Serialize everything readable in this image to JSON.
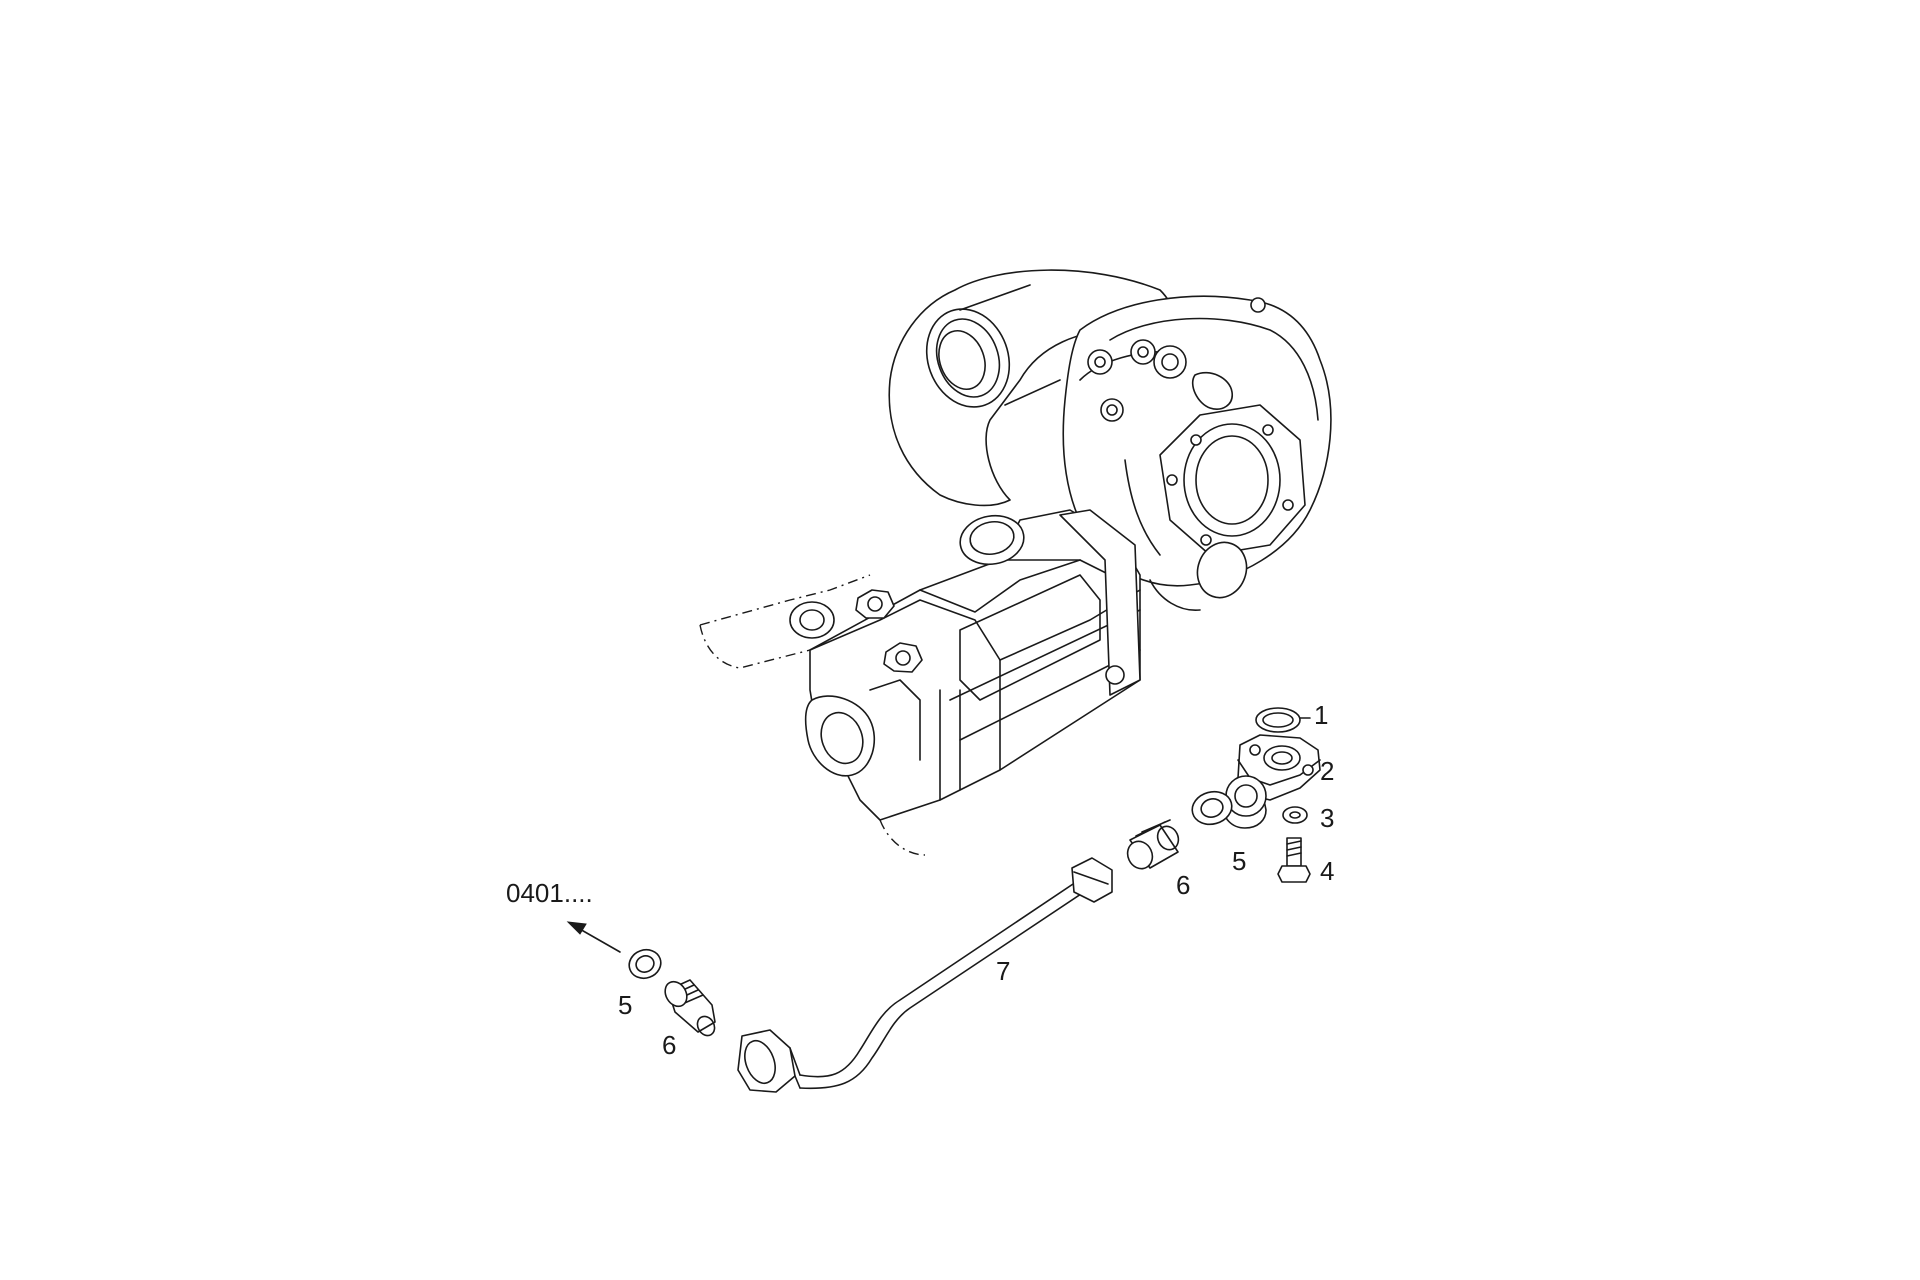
{
  "reference_label": "0401....",
  "callouts": {
    "c1": "1",
    "c2": "2",
    "c3": "3",
    "c4": "4",
    "c5_right": "5",
    "c6_right": "6",
    "c7": "7",
    "c5_left": "5",
    "c6_left": "6"
  },
  "colors": {
    "line": "#1a1a1a",
    "background": "#ffffff"
  }
}
